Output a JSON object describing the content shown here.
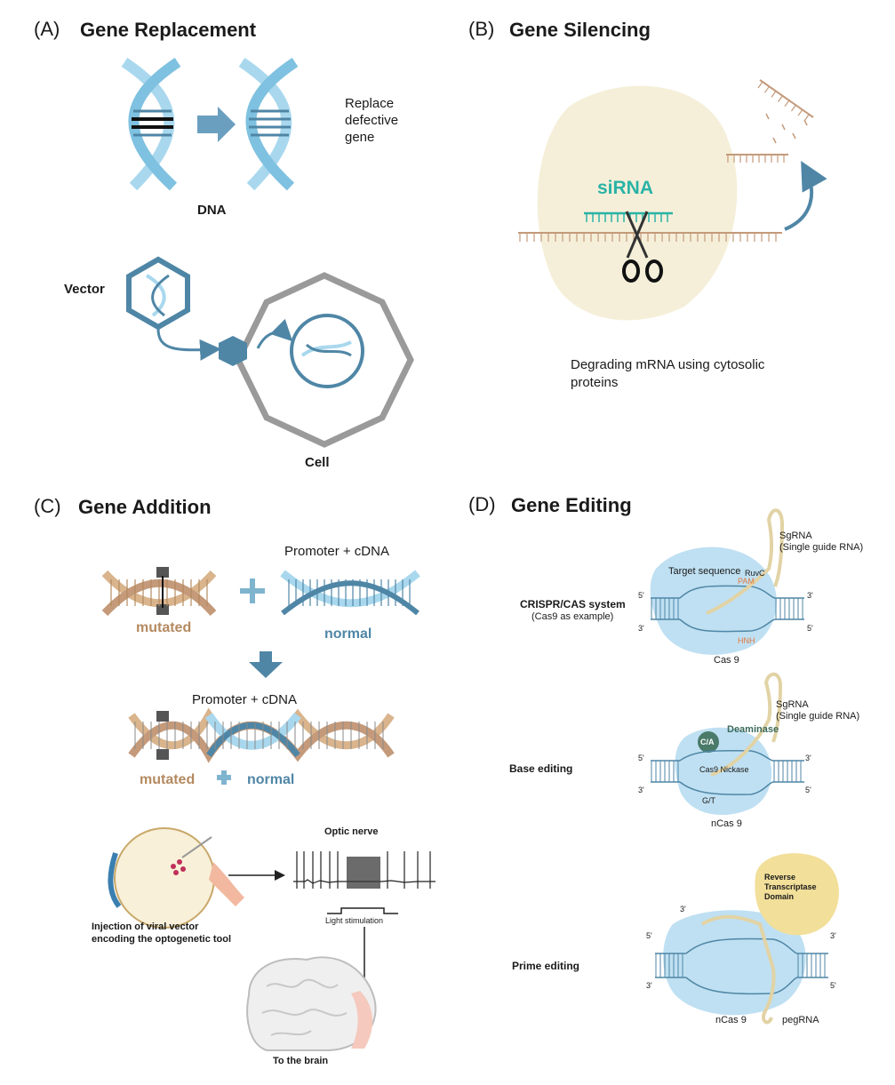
{
  "panelA": {
    "letter": "(A)",
    "title": "Gene Replacement",
    "replace_text": [
      "Replace",
      "defective",
      "gene"
    ],
    "dna_label": "DNA",
    "vector_label": "Vector",
    "cell_label": "Cell"
  },
  "panelB": {
    "letter": "(B)",
    "title": "Gene Silencing",
    "sirna_label": "siRNA",
    "caption": [
      "Degrading mRNA using cytosolic",
      "proteins"
    ]
  },
  "panelC": {
    "letter": "(C)",
    "title": "Gene Addition",
    "promoter_top": "Promoter + cDNA",
    "mutated": "mutated",
    "normal": "normal",
    "promoter_bottom": "Promoter + cDNA",
    "mutated2": "mutated",
    "normal2": "normal",
    "optic_nerve": "Optic nerve",
    "injection": [
      "Injection of viral vector",
      "encoding the optogenetic tool"
    ],
    "light_stim": "Light stimulation",
    "brain": "To the brain"
  },
  "panelD": {
    "letter": "(D)",
    "title": "Gene Editing",
    "sgrna1": [
      "SgRNA",
      "(Single guide RNA)"
    ],
    "target_seq": "Target sequence",
    "ruvc": "RuvC",
    "pam": "PAM",
    "hnh": "HNH",
    "crispr": "CRISPR/CAS system",
    "cas9_example": "(Cas9 as example)",
    "cas9": "Cas 9",
    "sgrna2": [
      "SgRNA",
      "(Single guide RNA)"
    ],
    "deaminase": "Deaminase",
    "ca": "C/A",
    "cas9_nickase": "Cas9 Nickase",
    "gt": "G/T",
    "base_editing": "Base editing",
    "ncas9": "nCas 9",
    "rt": [
      "Reverse",
      "Transcriptase",
      "Domain"
    ],
    "prime_editing": "Prime editing",
    "ncas9_2": "nCas 9",
    "pegrna": "pegRNA",
    "five_prime": "5'",
    "three_prime": "3'"
  },
  "colors": {
    "dna_light": "#a9d8ee",
    "dna_dark": "#4f86a6",
    "tan": "#d9b48c",
    "cream": "#f5efd9",
    "teal": "#2ab3a6",
    "cas_blue": "#bfe0f2",
    "rt_yellow": "#f2df9a"
  }
}
